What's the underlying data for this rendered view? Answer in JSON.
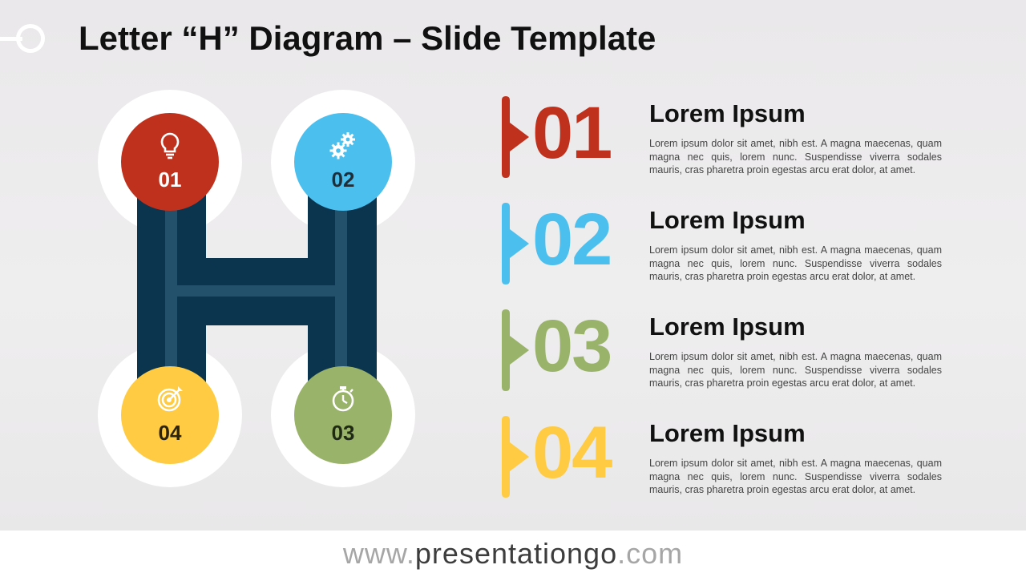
{
  "title": "Letter “H” Diagram – Slide Template",
  "colors": {
    "red": "#c0311d",
    "blue": "#4bbfee",
    "green": "#9ab36a",
    "yellow": "#fecb42",
    "navy": "#0b344e"
  },
  "diagram": {
    "nodes": [
      {
        "number": "01",
        "icon": "lightbulb-icon",
        "color": "#c0311d",
        "text_color": "#ffffff"
      },
      {
        "number": "02",
        "icon": "gears-icon",
        "color": "#4bbfee",
        "text_color": "#1f2f3a"
      },
      {
        "number": "03",
        "icon": "stopwatch-icon",
        "color": "#9ab36a",
        "text_color": "#1f2a14"
      },
      {
        "number": "04",
        "icon": "target-icon",
        "color": "#fecb42",
        "text_color": "#2b2410"
      }
    ]
  },
  "items": [
    {
      "number": "01",
      "title": "Lorem Ipsum",
      "color": "#c0311d",
      "text": "Lorem ipsum dolor sit amet, nibh est. A magna maecenas, quam magna nec quis, lorem nunc. Suspendisse viverra sodales mauris, cras pharetra proin egestas arcu erat dolor, at amet."
    },
    {
      "number": "02",
      "title": "Lorem Ipsum",
      "color": "#4bbfee",
      "text": "Lorem ipsum dolor sit amet, nibh est. A magna maecenas, quam magna nec quis, lorem nunc. Suspendisse viverra sodales mauris, cras pharetra proin egestas arcu erat dolor, at amet."
    },
    {
      "number": "03",
      "title": "Lorem Ipsum",
      "color": "#9ab36a",
      "text": "Lorem ipsum dolor sit amet, nibh est. A magna maecenas, quam magna nec quis, lorem nunc. Suspendisse viverra sodales mauris, cras pharetra proin egestas arcu erat dolor, at amet."
    },
    {
      "number": "04",
      "title": "Lorem Ipsum",
      "color": "#fecb42",
      "text": "Lorem ipsum dolor sit amet, nibh est. A magna maecenas, quam magna nec quis, lorem nunc. Suspendisse viverra sodales mauris, cras pharetra proin egestas arcu erat dolor, at amet."
    }
  ],
  "footer": {
    "www": "www.",
    "brand": "presentationgo",
    "com": ".com"
  }
}
